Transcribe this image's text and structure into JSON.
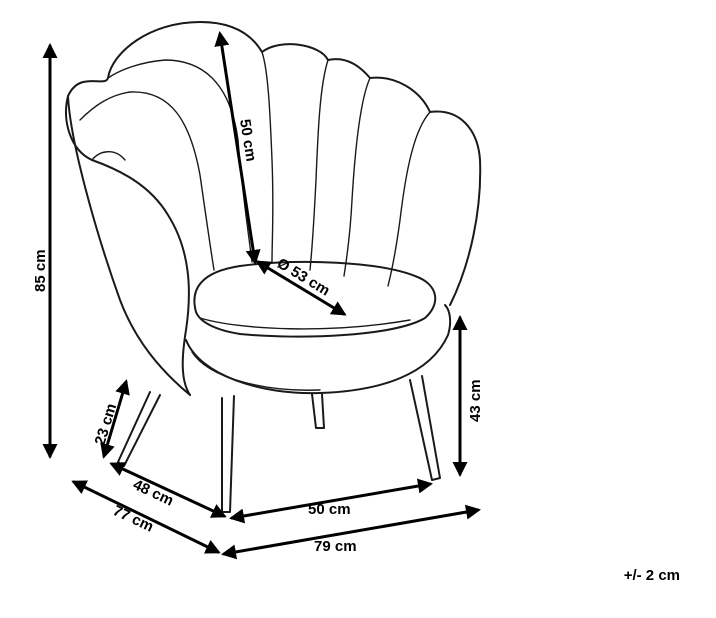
{
  "dimensions": {
    "total_height": "85 cm",
    "back_height": "50 cm",
    "seat_diameter": "Ø 53 cm",
    "seat_height": "43 cm",
    "leg_height": "23 cm",
    "leg_depth": "48 cm",
    "total_depth": "77 cm",
    "leg_width": "50 cm",
    "total_width": "79 cm"
  },
  "tolerance": "+/- 2 cm"
}
